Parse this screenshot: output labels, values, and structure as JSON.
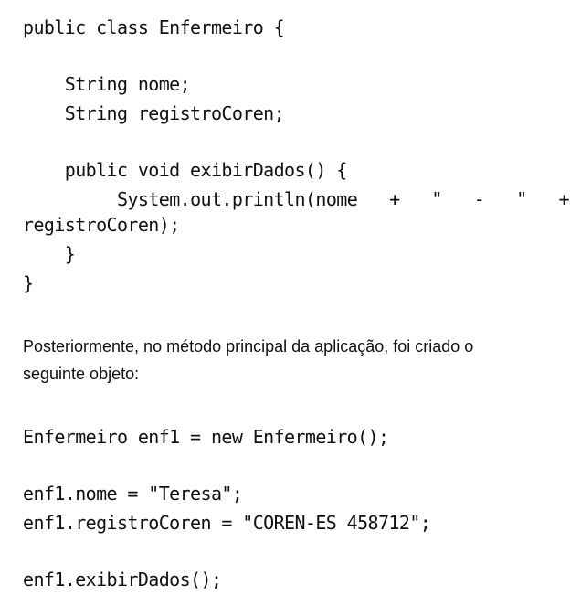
{
  "class_block": {
    "line1": "public class Enfermeiro {",
    "line2": "    String nome;",
    "line3": "    String registroCoren;",
    "line4": "    public void exibirDados() {",
    "line5_tokens": [
      "System.out.println(nome",
      "+",
      "\"",
      "-",
      "\"",
      "+"
    ],
    "line6": "registroCoren);",
    "line7": "    }",
    "line8": "}"
  },
  "paragraph": {
    "line1": "Posteriormente, no método principal da aplicação, foi criado o",
    "line2": "seguinte objeto:"
  },
  "main_block": {
    "line1": "Enfermeiro enf1 = new Enfermeiro();",
    "line2": "enf1.nome = \"Teresa\";",
    "line3": "enf1.registroCoren = \"COREN-ES 458712\";",
    "line4": "enf1.exibirDados();"
  }
}
